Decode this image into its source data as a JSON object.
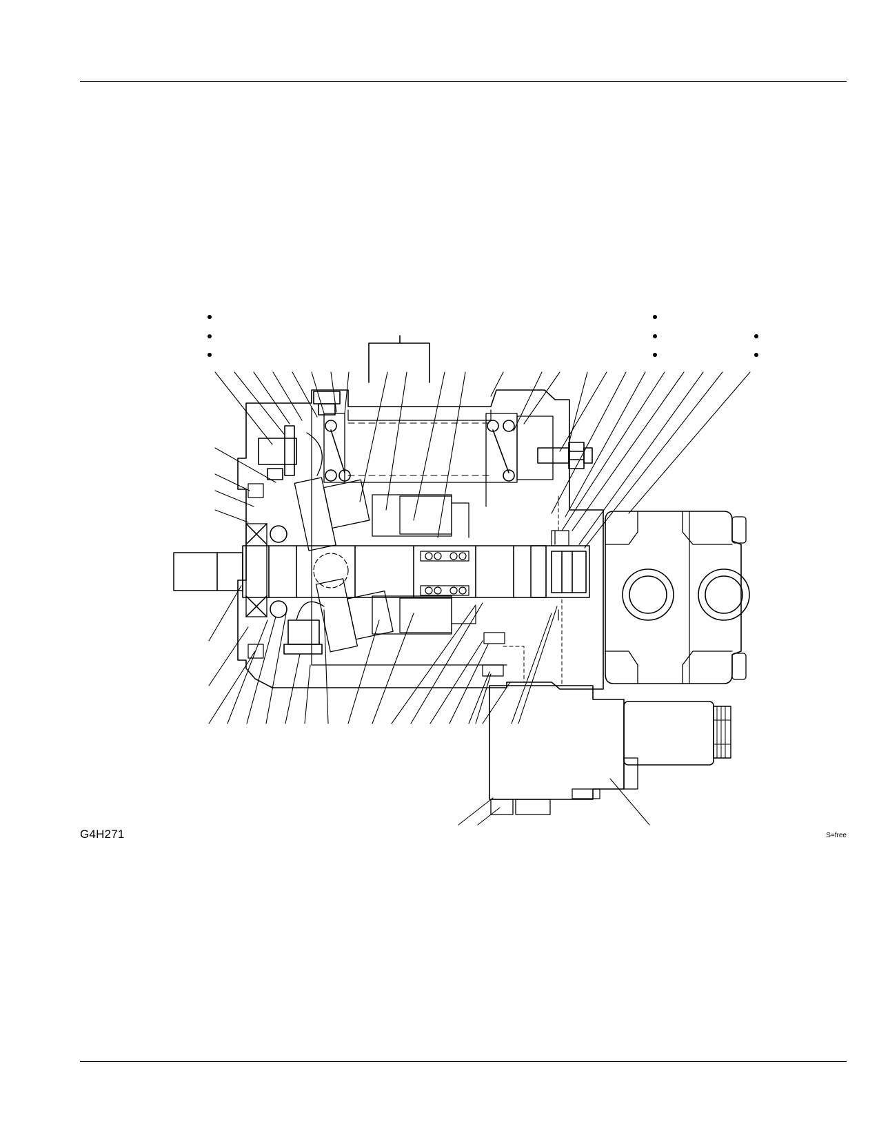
{
  "figure": {
    "code": "G4H271",
    "scale_note": "S=free"
  },
  "colors": {
    "ink": "#000000",
    "paper": "#ffffff"
  },
  "icons": [
    "bullet-dot"
  ]
}
